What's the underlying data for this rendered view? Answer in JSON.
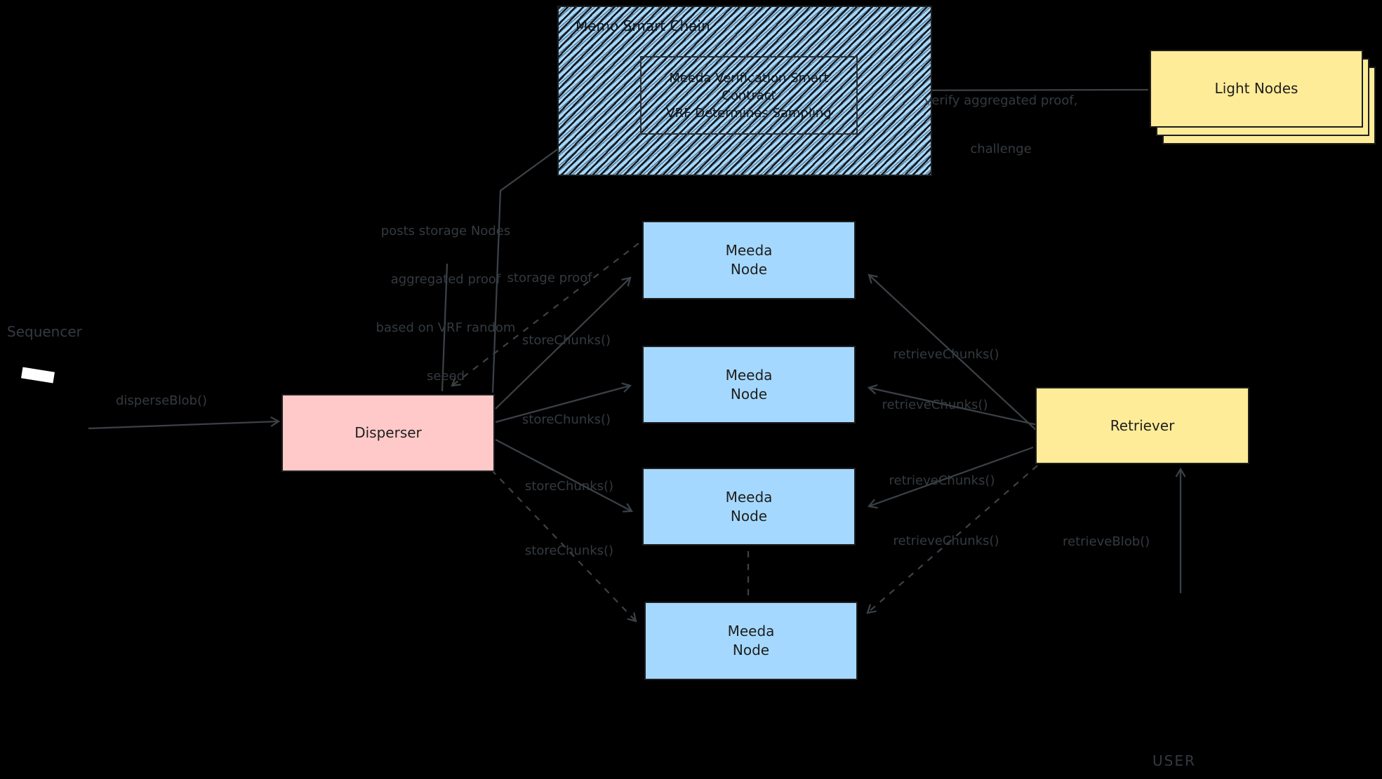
{
  "chain": {
    "title": "Memo Smart Chain",
    "contract": {
      "line1": "Meeda Verification Smart",
      "line2": "Contract",
      "line3": "VRF Determines Sampling"
    }
  },
  "light_nodes": {
    "label": "Light Nodes"
  },
  "sequencer": {
    "label": "Sequencer"
  },
  "disperser": {
    "label": "Disperser"
  },
  "retriever": {
    "label": "Retriever"
  },
  "meeda_node": {
    "line1": "Meeda",
    "line2": "Node",
    "count": 4
  },
  "user": {
    "label": "USER"
  },
  "edges": {
    "disperse_blob": "disperseBlob()",
    "store_chunks": "storeChunks()",
    "retrieve_chunks": "retrieveChunks()",
    "retrieve_blob": "retrieveBlob()",
    "storage_proof": "storage proof",
    "verify_line1": "verify aggregated proof,",
    "verify_line2": "challenge",
    "posts_note": [
      "posts storage Nodes",
      "aggregated proof",
      "based on VRF random",
      "seeed"
    ]
  },
  "colors": {
    "background": "#000000",
    "node_blue": "#a5d8ff",
    "disperser_pink": "#ffc9c9",
    "yellow": "#ffec99",
    "edge_gray": "#3b4147",
    "label_gray": "#343a40",
    "box_border": "#1e1e1e"
  }
}
